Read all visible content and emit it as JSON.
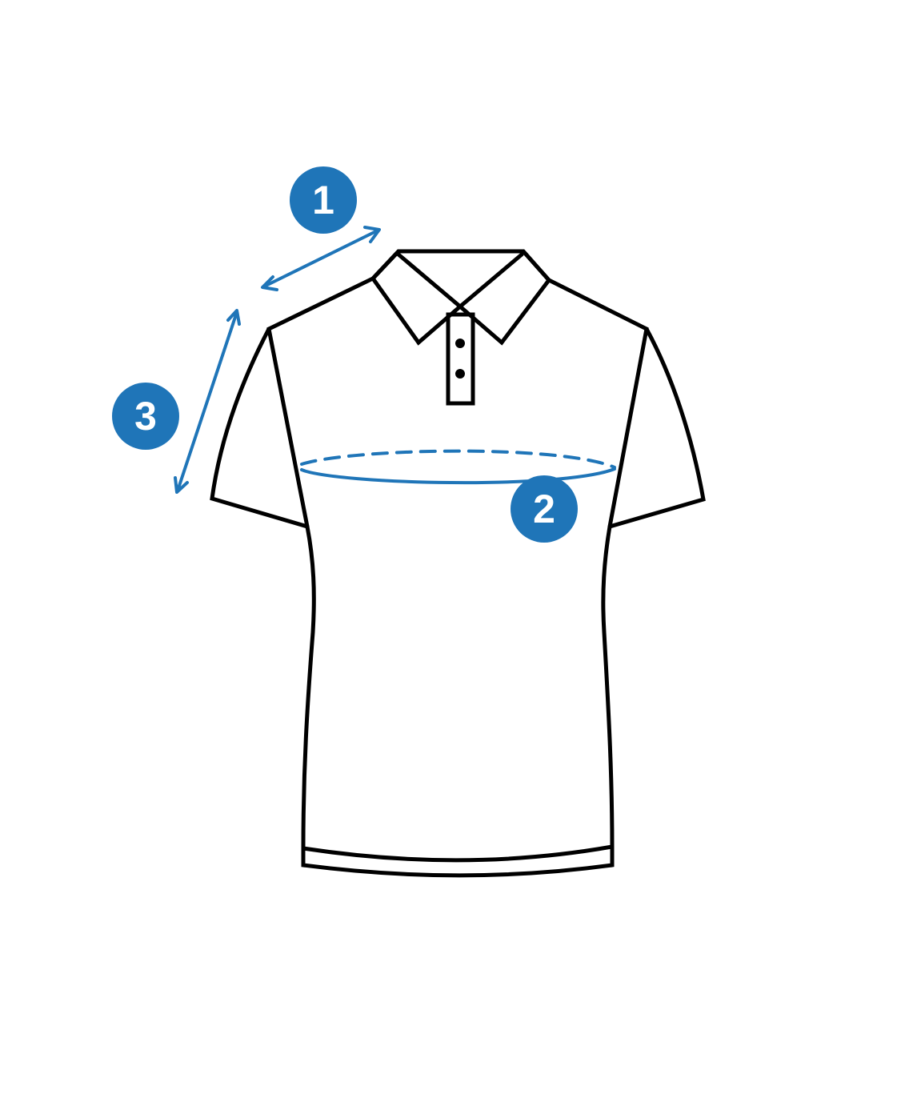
{
  "colors": {
    "outline": "#000000",
    "accent": "#1f75b8",
    "badge_text": "#ffffff",
    "background": "#ffffff"
  },
  "badges": [
    {
      "id": "shoulder",
      "label": "1"
    },
    {
      "id": "chest",
      "label": "2"
    },
    {
      "id": "sleeve",
      "label": "3"
    }
  ]
}
